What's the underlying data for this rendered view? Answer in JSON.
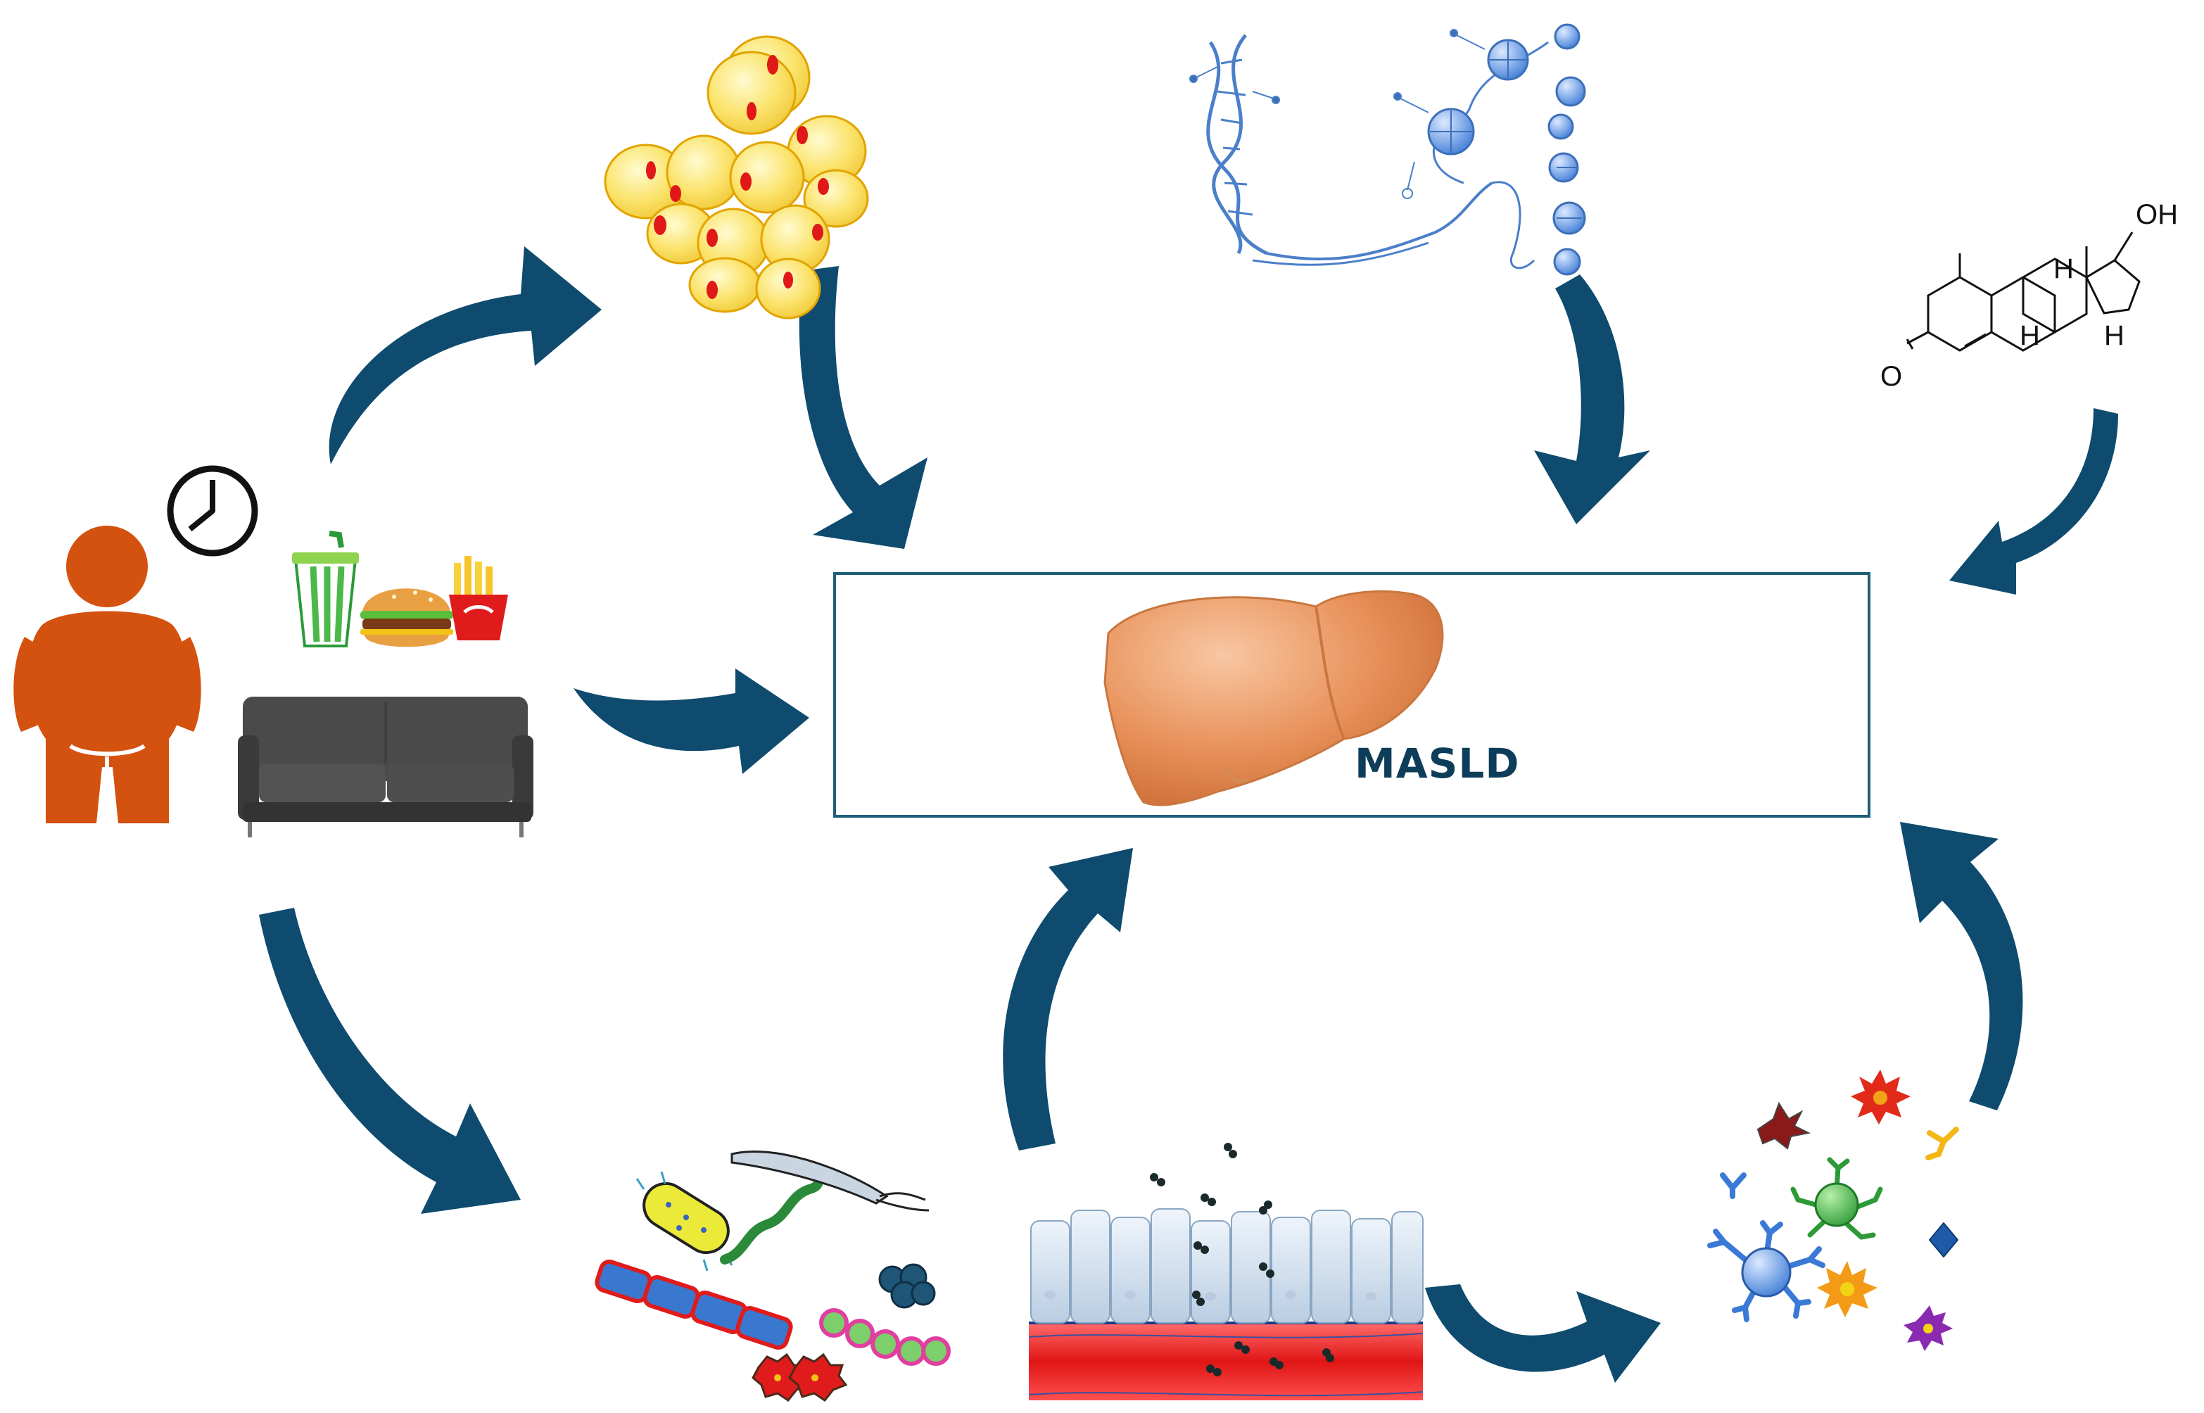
{
  "center": {
    "label": "MASLD"
  },
  "hormone": {
    "oh": "OH",
    "o": "O",
    "h": "H"
  },
  "colors": {
    "arrow": "#0e4b6e",
    "box_border": "#1f5f7a",
    "person": "#d4520f",
    "liver": "#e8915a",
    "adipocyte": "#fbe36b"
  },
  "icons": [
    "obese-person-icon",
    "clock-icon",
    "fast-food-icon",
    "sofa-icon",
    "adipocytes-icon",
    "dna-histone-icon",
    "testosterone-structure-icon",
    "liver-icon",
    "gut-microbiota-icon",
    "intestinal-barrier-icon",
    "immune-cells-icon"
  ]
}
